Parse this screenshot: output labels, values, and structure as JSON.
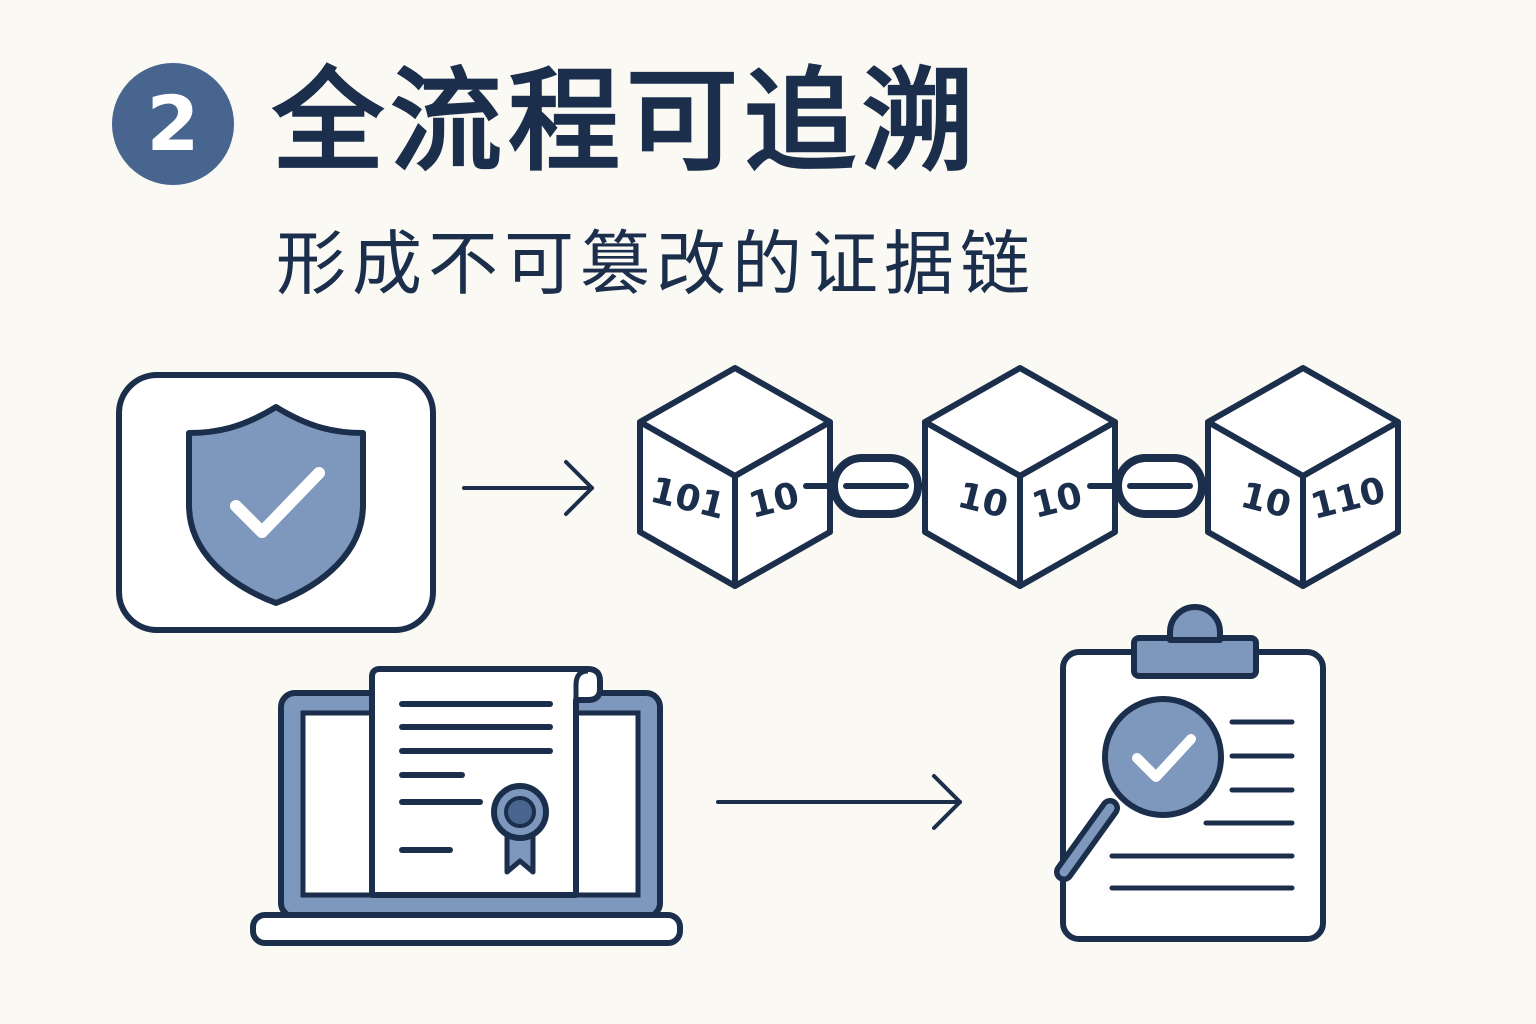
{
  "header": {
    "step_number": "2",
    "title": "全流程可追溯",
    "subtitle": "形成不可篡改的证据链"
  },
  "blockchain": {
    "blocks": [
      {
        "left_code": "101",
        "right_code": "10"
      },
      {
        "left_code": "10",
        "right_code": "10"
      },
      {
        "left_code": "10",
        "right_code": "110"
      }
    ]
  },
  "colors": {
    "ink": "#1b2f4c",
    "accent": "#48658f",
    "accent_light": "#7d97bd",
    "background": "#fbf9f3"
  },
  "icons": [
    "shield-check-icon",
    "arrow-right-icon",
    "blockchain-block-icon",
    "chain-link-icon",
    "laptop-icon",
    "certificate-document-icon",
    "award-ribbon-icon",
    "clipboard-icon",
    "magnifier-check-icon"
  ]
}
